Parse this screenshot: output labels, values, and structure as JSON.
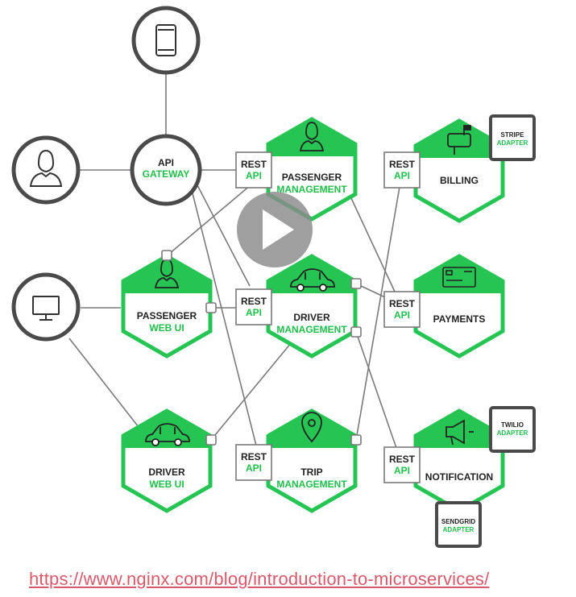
{
  "gateway": {
    "title": "API",
    "subtitle": "GATEWAY"
  },
  "rest": {
    "top": "REST",
    "bottom": "API"
  },
  "services": {
    "passenger_management": {
      "title": "PASSENGER",
      "subtitle": "MANAGEMENT"
    },
    "passenger_web_ui": {
      "title": "PASSENGER",
      "subtitle": "WEB UI"
    },
    "driver_management": {
      "title": "DRIVER",
      "subtitle": "MANAGEMENT"
    },
    "driver_web_ui": {
      "title": "DRIVER",
      "subtitle": "WEB UI"
    },
    "trip_management": {
      "title": "TRIP",
      "subtitle": "MANAGEMENT"
    },
    "billing": {
      "title": "BILLING"
    },
    "payments": {
      "title": "PAYMENTS"
    },
    "notification": {
      "title": "NOTIFICATION"
    }
  },
  "adapters": {
    "stripe": {
      "title": "STRIPE",
      "subtitle": "ADAPTER"
    },
    "twilio": {
      "title": "TWILIO",
      "subtitle": "ADAPTER"
    },
    "sendgrid": {
      "title": "SENDGRID",
      "subtitle": "ADAPTER"
    }
  },
  "icons": {
    "mobile": "mobile-phone-icon",
    "person": "person-icon",
    "desktop": "desktop-monitor-icon",
    "car": "car-icon",
    "mailbox": "mailbox-icon",
    "card": "credit-card-icon",
    "megaphone": "megaphone-icon",
    "pin": "location-pin-icon",
    "play": "play-icon"
  },
  "footer": {
    "url": "https://www.nginx.com/blog/introduction-to-microservices/"
  },
  "colors": {
    "accent": "#1fbf4b",
    "dark": "#4a4a4a",
    "link": "#d85a6a"
  }
}
